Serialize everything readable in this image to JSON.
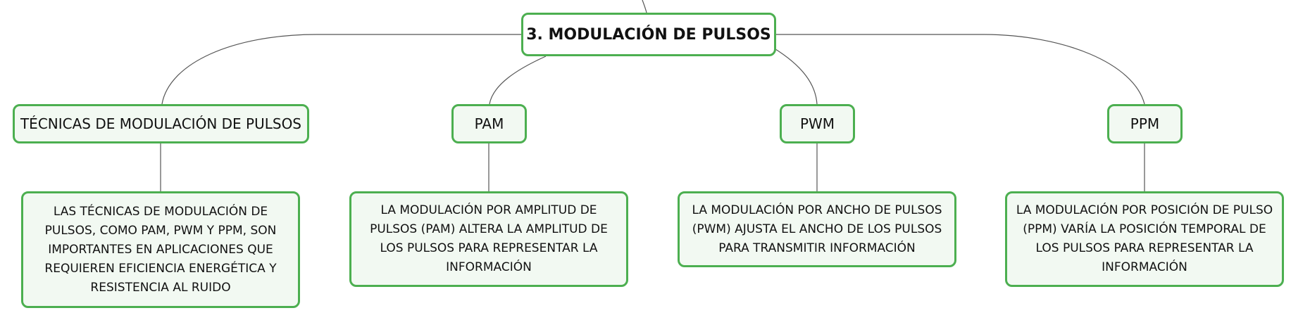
{
  "root": {
    "label": "3. MODULACIÓN DE PULSOS"
  },
  "branches": [
    {
      "label": "TÉCNICAS DE MODULACIÓN DE PULSOS",
      "description": "LAS TÉCNICAS DE MODULACIÓN DE PULSOS, COMO PAM, PWM Y PPM, SON IMPORTANTES EN APLICACIONES QUE REQUIEREN EFICIENCIA ENERGÉTICA Y RESISTENCIA AL RUIDO"
    },
    {
      "label": "PAM",
      "description": "LA MODULACIÓN POR AMPLITUD DE PULSOS (PAM) ALTERA LA AMPLITUD DE LOS PULSOS PARA REPRESENTAR LA INFORMACIÓN"
    },
    {
      "label": "PWM",
      "description": "LA MODULACIÓN POR ANCHO DE PULSOS (PWM) AJUSTA EL ANCHO DE LOS PULSOS PARA TRANSMITIR INFORMACIÓN"
    },
    {
      "label": "PPM",
      "description": "LA MODULACIÓN POR POSICIÓN DE PULSO (PPM) VARÍA LA POSICIÓN TEMPORAL DE LOS PULSOS PARA REPRESENTAR LA INFORMACIÓN"
    }
  ],
  "colors": {
    "node_border": "#4caf50",
    "node_fill": "#f2f9f2",
    "root_fill": "#ffffff",
    "connector": "#555555",
    "text": "#111111"
  }
}
